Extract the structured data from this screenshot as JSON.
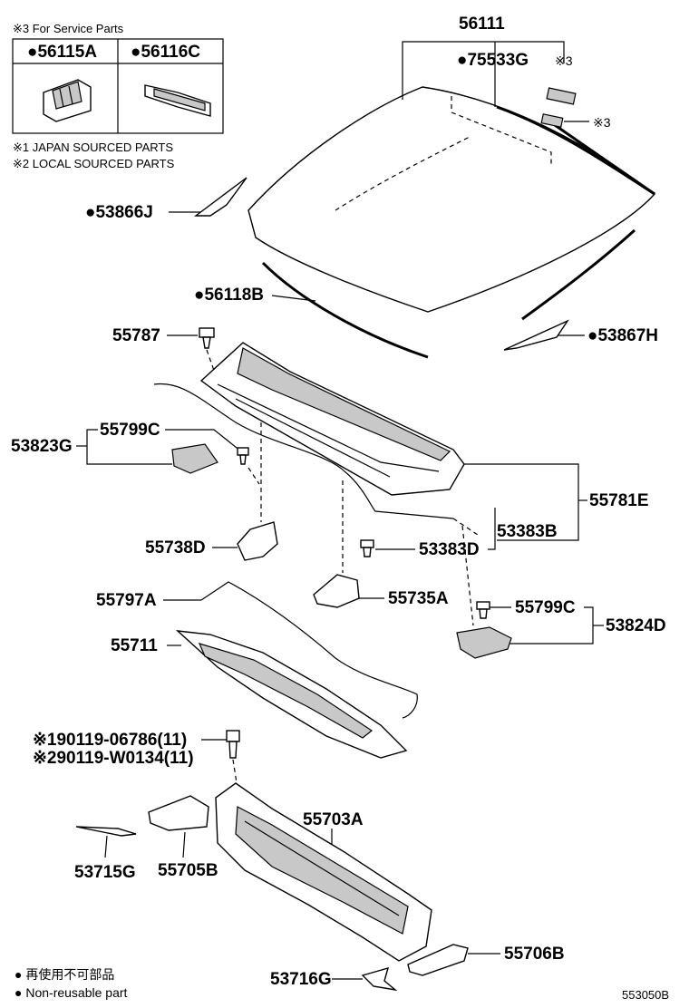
{
  "service_box": {
    "title": "※3 For Service Parts",
    "col1": "●56115A",
    "col2": "●56116C"
  },
  "legend_notes": {
    "note1": "※1 JAPAN SOURCED PARTS",
    "note2": "※2 LOCAL SOURCED PARTS"
  },
  "labels": {
    "p56111": "56111",
    "p75533G": "●75533G",
    "mark3a": "※3",
    "mark3b": "※3",
    "p53866J": "●53866J",
    "p56118B": "●56118B",
    "p55787": "55787",
    "p53867H": "●53867H",
    "p55799C_a": "55799C",
    "p53823G": "53823G",
    "p55781E": "55781E",
    "p53383B": "53383B",
    "p53383D": "53383D",
    "p55738D": "55738D",
    "p55797A": "55797A",
    "p55735A": "55735A",
    "p55799C_b": "55799C",
    "p53824D": "53824D",
    "p55711": "55711",
    "bolt1": "※190119-06786(11)",
    "bolt2": "※290119-W0134(11)",
    "p55703A": "55703A",
    "p53715G": "53715G",
    "p55705B": "55705B",
    "p55706B": "55706B",
    "p53716G": "53716G"
  },
  "footer": {
    "legend_jp": "● 再使用不可部品",
    "legend_en": "● Non-reusable part",
    "diagram_id": "553050B"
  }
}
